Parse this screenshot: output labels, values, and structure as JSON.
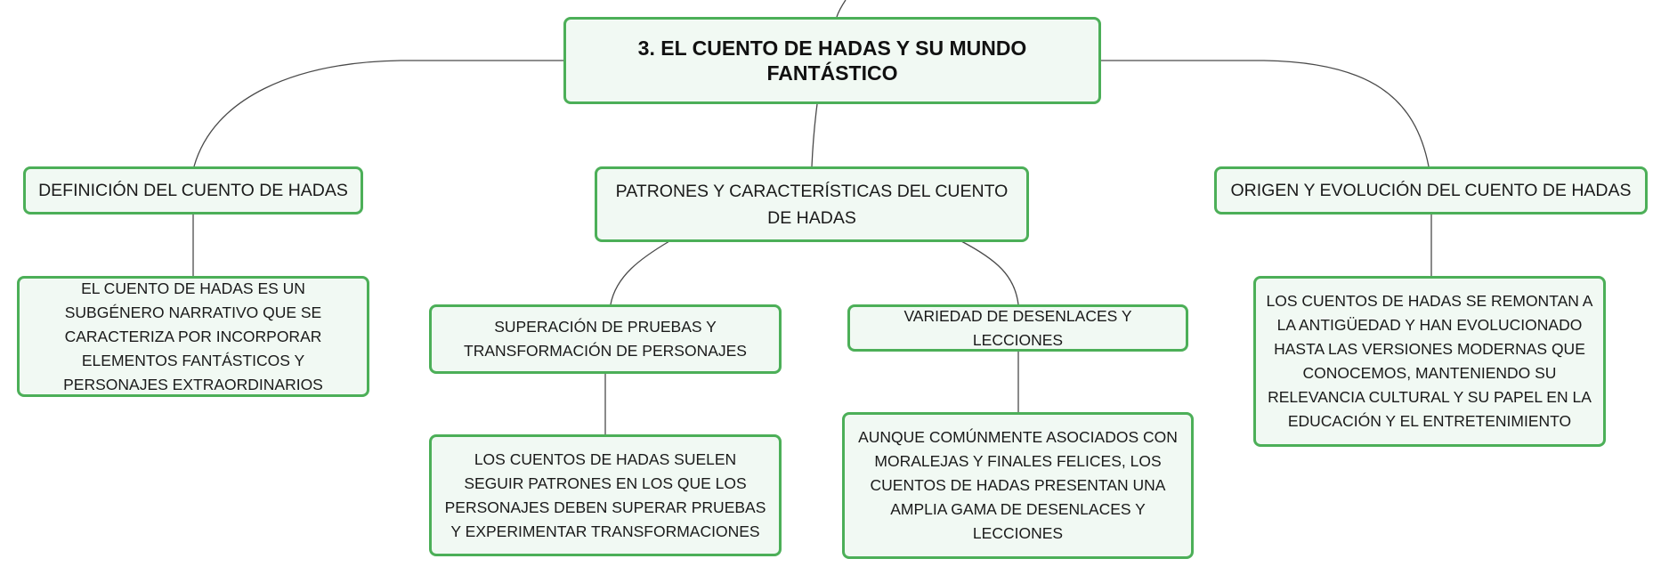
{
  "colors": {
    "node_border": "#4caf58",
    "node_fill": "#f1f9f3",
    "connector": "#4a4a4a",
    "text": "#1a1a1a"
  },
  "mindmap": {
    "root": {
      "title": "3. EL CUENTO DE HADAS Y SU MUNDO FANTÁSTICO"
    },
    "definition": {
      "title": "DEFINICIÓN DEL CUENTO DE HADAS",
      "detail": "EL CUENTO DE HADAS ES UN SUBGÉNERO NARRATIVO QUE SE CARACTERIZA POR INCORPORAR ELEMENTOS FANTÁSTICOS Y PERSONAJES EXTRAORDINARIOS"
    },
    "patterns": {
      "title": "PATRONES Y CARACTERÍSTICAS DEL CUENTO DE HADAS",
      "trials": {
        "title": "SUPERACIÓN DE PRUEBAS Y TRANSFORMACIÓN DE PERSONAJES",
        "detail": "LOS CUENTOS DE HADAS SUELEN SEGUIR PATRONES EN LOS QUE LOS PERSONAJES DEBEN SUPERAR PRUEBAS Y EXPERIMENTAR TRANSFORMACIONES"
      },
      "endings": {
        "title": "VARIEDAD DE DESENLACES Y LECCIONES",
        "detail": "AUNQUE COMÚNMENTE ASOCIADOS CON MORALEJAS Y FINALES FELICES, LOS CUENTOS DE HADAS PRESENTAN UNA AMPLIA GAMA DE DESENLACES Y LECCIONES"
      }
    },
    "origin": {
      "title": "ORIGEN Y EVOLUCIÓN DEL CUENTO DE HADAS",
      "detail": "LOS CUENTOS DE HADAS SE REMONTAN A LA ANTIGÜEDAD Y HAN EVOLUCIONADO HASTA LAS VERSIONES MODERNAS QUE CONOCEMOS, MANTENIENDO SU RELEVANCIA CULTURAL Y SU PAPEL EN LA EDUCACIÓN Y EL ENTRETENIMIENTO"
    }
  }
}
